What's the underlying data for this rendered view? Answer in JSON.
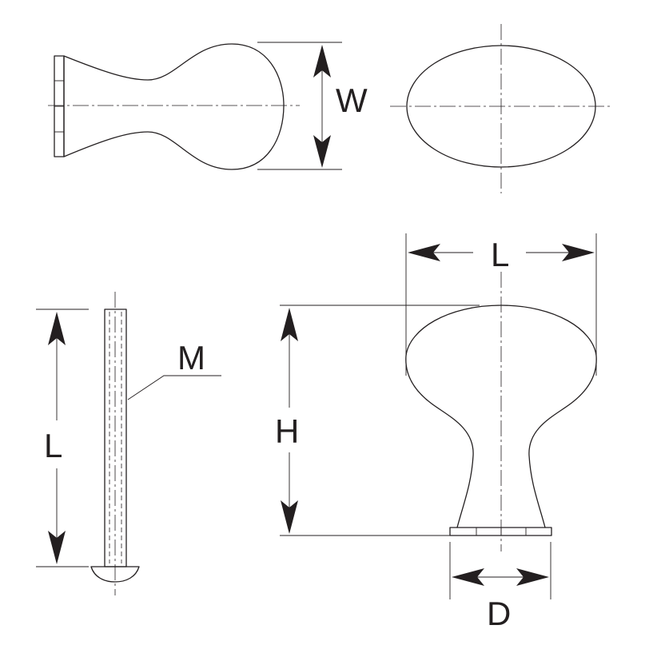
{
  "dimensions": {
    "width_label": "W",
    "knob_length_label": "L",
    "height_label": "H",
    "base_diameter_label": "D",
    "screw_length_label": "L",
    "screw_thread_label": "M"
  },
  "colors": {
    "line": "#231f20",
    "background": "#ffffff"
  }
}
